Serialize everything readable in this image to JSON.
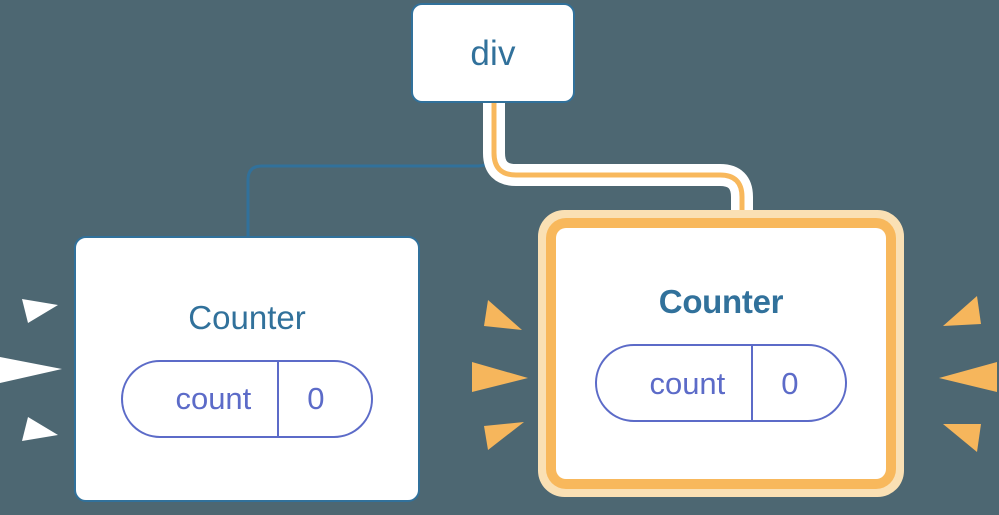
{
  "background_color": "#4d6772",
  "palette": {
    "node_border_blue": "#31719b",
    "title_blue": "#31719b",
    "pill_purple": "#5c6bc8",
    "highlight_orange": "#f8b85c",
    "highlight_orange_soft": "#fae0b4",
    "wire_blue": "#31719b",
    "wire_orange": "#f8b85c",
    "wire_halo_white": "#ffffff",
    "card_white": "#ffffff",
    "ray_white": "#ffffff",
    "ray_orange": "#f6b65c"
  },
  "diagram": {
    "type": "component-tree",
    "root": {
      "id": "div",
      "label": "div",
      "highlighted": false
    },
    "children": [
      {
        "id": "counter-left",
        "label": "Counter",
        "highlighted": false,
        "bold_title": false,
        "state": {
          "key": "count",
          "value": "0"
        },
        "burst": {
          "present": true,
          "color_name": "ray-white",
          "direction": "left",
          "ray_count": 3
        }
      },
      {
        "id": "counter-right",
        "label": "Counter",
        "highlighted": true,
        "bold_title": true,
        "state": {
          "key": "count",
          "value": "0"
        },
        "burst_left": {
          "present": true,
          "color_name": "ray-orange",
          "direction": "right",
          "ray_count": 3
        },
        "burst_right": {
          "present": true,
          "color_name": "ray-orange",
          "direction": "right",
          "ray_count": 3
        }
      }
    ],
    "edges": [
      {
        "id": "edge-div-to-counter-left",
        "from": "div",
        "to": "counter-left",
        "color_name": "wire-blue",
        "highlighted": false
      },
      {
        "id": "edge-div-to-counter-right",
        "from": "div",
        "to": "counter-right",
        "color_name": "wire-orange",
        "highlighted": true
      }
    ]
  }
}
